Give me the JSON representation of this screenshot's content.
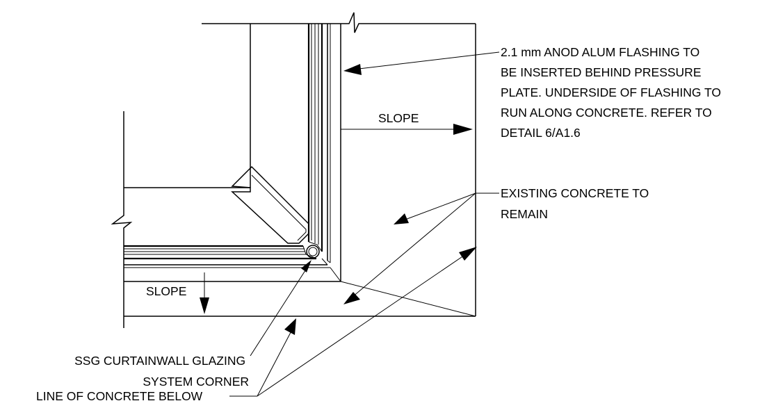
{
  "notes": {
    "flashing": [
      "2.1 mm ANOD ALUM FLASHING TO",
      "BE INSERTED BEHIND PRESSURE",
      "PLATE. UNDERSIDE OF FLASHING TO",
      "RUN ALONG CONCRETE. REFER TO",
      "DETAIL 6/A1.6"
    ],
    "slope_right": "SLOPE",
    "existing_concrete": [
      "EXISTING CONCRETE TO",
      "REMAIN"
    ],
    "slope_down": "SLOPE",
    "ssg_corner": [
      "SSG CURTAINWALL GLAZING",
      "SYSTEM CORNER"
    ],
    "line_of_concrete": "LINE OF CONCRETE BELOW"
  }
}
